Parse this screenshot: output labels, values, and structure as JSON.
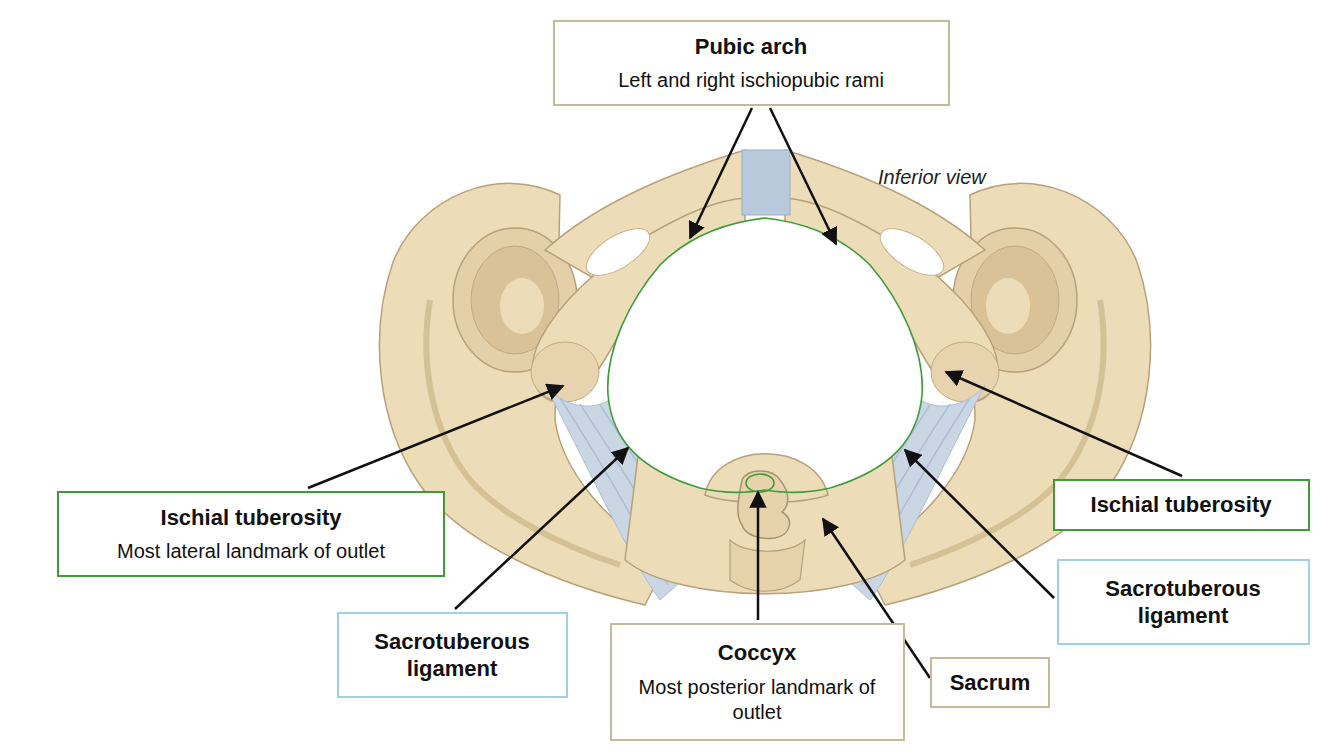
{
  "diagram": {
    "nodes": [
      {
        "text": [
          "Pubic arch",
          "Left and right ischiopubic rami"
        ]
      },
      {
        "text": [
          "Ischial tuberosity",
          "Most lateral landmark of outlet"
        ]
      },
      {
        "text": [
          "Ischial tuberosity"
        ]
      },
      {
        "text": [
          "Sacrotuberous ligament"
        ]
      },
      {
        "text": [
          "Sacrotuberous ligament"
        ]
      },
      {
        "text": [
          "Coccyx",
          "Most posterior landmark of outlet"
        ]
      },
      {
        "text": [
          "Sacrum"
        ]
      }
    ],
    "labels": [
      "Inferior view"
    ]
  }
}
